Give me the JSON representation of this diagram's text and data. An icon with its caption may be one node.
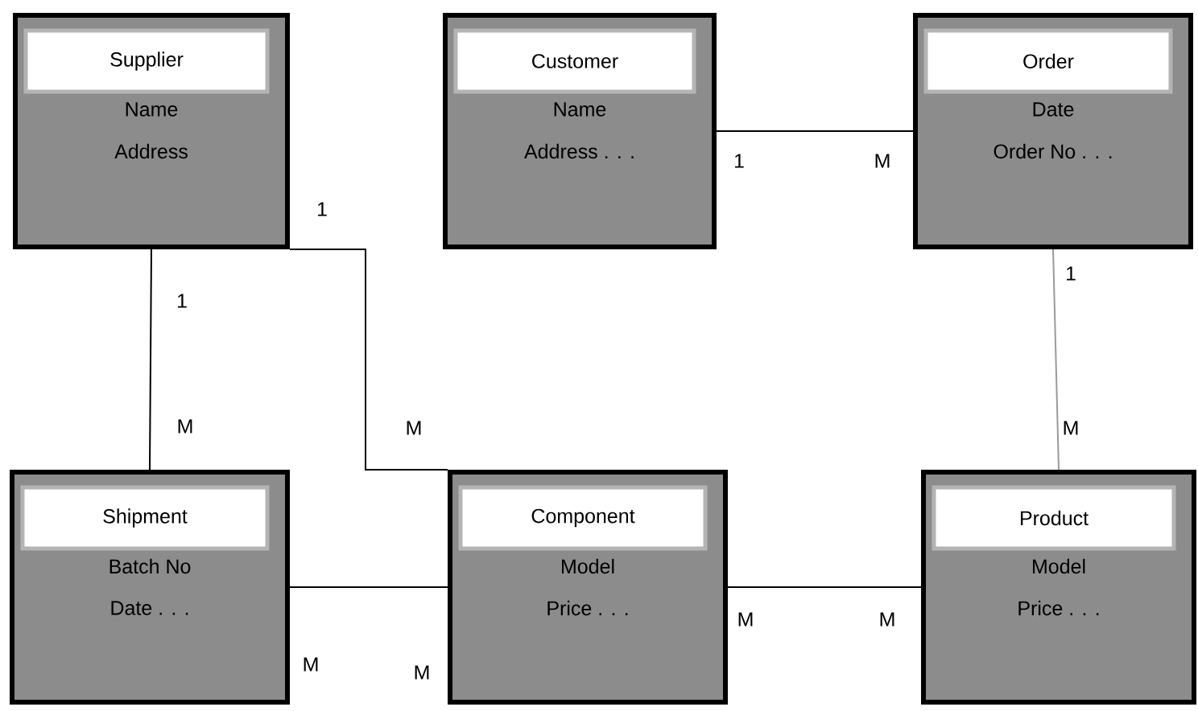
{
  "diagram": {
    "nodes": [
      {
        "text": [
          "Supplier",
          "Name",
          "Address"
        ]
      },
      {
        "text": [
          "Customer",
          "Name",
          "Address . . ."
        ]
      },
      {
        "text": [
          "Order",
          "Date",
          "Order No . . ."
        ]
      },
      {
        "text": [
          "Shipment",
          "Batch No",
          "Date . . ."
        ]
      },
      {
        "text": [
          "Component",
          "Model",
          "Price . . ."
        ]
      },
      {
        "text": [
          "Product",
          "Model",
          "Price . . ."
        ]
      }
    ],
    "edges": [
      {
        "from": 0,
        "to": 3,
        "arrow": "none"
      },
      {
        "from": 0,
        "to": 4,
        "arrow": "none"
      },
      {
        "from": 1,
        "to": 2,
        "arrow": "none"
      },
      {
        "from": 2,
        "to": 5,
        "arrow": "none",
        "color": "#9a9a9a"
      },
      {
        "from": 3,
        "to": 4,
        "arrow": "none"
      },
      {
        "from": 4,
        "to": 5,
        "arrow": "none"
      }
    ],
    "labels": [
      "1",
      "M",
      "1",
      "1",
      "1",
      "M",
      "M",
      "M",
      "M",
      "M",
      "M",
      "M"
    ]
  }
}
